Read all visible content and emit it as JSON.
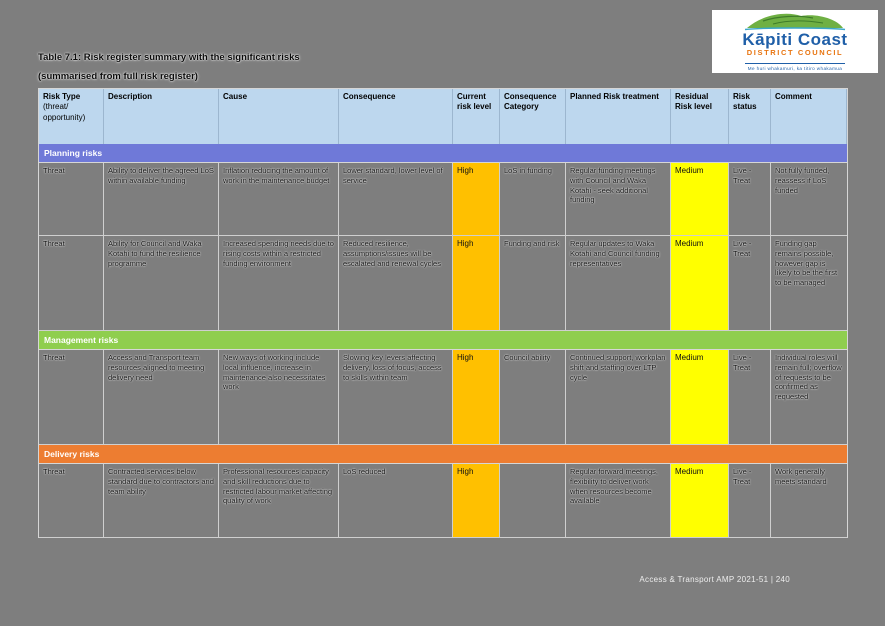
{
  "logo": {
    "name": "Kāpiti Coast",
    "subtitle": "DISTRICT COUNCIL",
    "tagline": "Me huri whakamuri, ka titiro whakamua",
    "brand_blue": "#1f5fa8",
    "brand_orange": "#e87511",
    "island_green": "#6fb043"
  },
  "title": {
    "line1": "Table 7.1: Risk register summary with the significant risks",
    "line2": "(summarised from full risk register)"
  },
  "table": {
    "headers": [
      {
        "label": "Risk Type",
        "sub": "(threat/ opportunity)"
      },
      {
        "label": "Description"
      },
      {
        "label": "Cause"
      },
      {
        "label": "Consequence"
      },
      {
        "label": "Current risk level"
      },
      {
        "label": "Consequence Category"
      },
      {
        "label": "Planned Risk treatment"
      },
      {
        "label": "Residual Risk level"
      },
      {
        "label": "Risk status"
      },
      {
        "label": "Comment"
      }
    ],
    "level_colors": {
      "high": "#ffc000",
      "medium": "#ffff00"
    },
    "section_colors": {
      "planning": "#6f79d8",
      "management": "#8fce4e",
      "delivery": "#ed7d31"
    },
    "sections": [
      {
        "label": "Planning risks",
        "rows": [
          {
            "type": "Threat",
            "description": "Ability to deliver the agreed LoS within available funding",
            "cause": "Inflation reducing the amount of work in the maintenance budget",
            "consequence": "Lower standard, lower level of service",
            "current_level": "High",
            "category": "LoS in funding",
            "treatment": "Regular funding meetings with Council and Waka Kotahi - seek additional funding",
            "residual_level": "Medium",
            "status": "Live - Treat",
            "comment": "Not fully funded, reassess if LoS funded"
          },
          {
            "type": "Threat",
            "description": "Ability for Council and Waka Kotahi to fund the resilience programme",
            "cause": "Increased spending needs due to rising costs within a restricted funding environment",
            "consequence": "Reduced resilience, assumptions/issues will be escalated and renewal cycles",
            "current_level": "High",
            "category": "Funding and risk",
            "treatment": "Regular updates to Waka Kotahi and Council funding representatives",
            "residual_level": "Medium",
            "status": "Live - Treat",
            "comment": "Funding gap remains possible, however gap is likely to be the first to be managed"
          }
        ]
      },
      {
        "label": "Management risks",
        "rows": [
          {
            "type": "Threat",
            "description": "Access and Transport team resources aligned to meeting delivery need",
            "cause": "New ways of working include local influence, increase in maintenance also necessitates work",
            "consequence": "Slowing key levers affecting delivery, loss of focus, access to skills within team",
            "current_level": "High",
            "category": "Council ability",
            "treatment": "Continued support, workplan shift and staffing over LTP cycle",
            "residual_level": "Medium",
            "status": "Live - Treat",
            "comment": "Individual roles will remain full; overflow of requests to be confirmed as requested"
          }
        ]
      },
      {
        "label": "Delivery risks",
        "rows": [
          {
            "type": "Threat",
            "description": "Contracted services below standard due to contractors and team ability",
            "cause": "Professional resources capacity and skill reductions due to restricted labour market affecting quality of work",
            "consequence": "LoS reduced",
            "current_level": "High",
            "category": "",
            "treatment": "Regular forward meetings, flexibility to deliver work when resources become available",
            "residual_level": "Medium",
            "status": "Live - Treat",
            "comment": "Work generally meets standard"
          }
        ]
      }
    ]
  },
  "footer": {
    "text": "Access & Transport AMP 2021-51 | 240"
  }
}
